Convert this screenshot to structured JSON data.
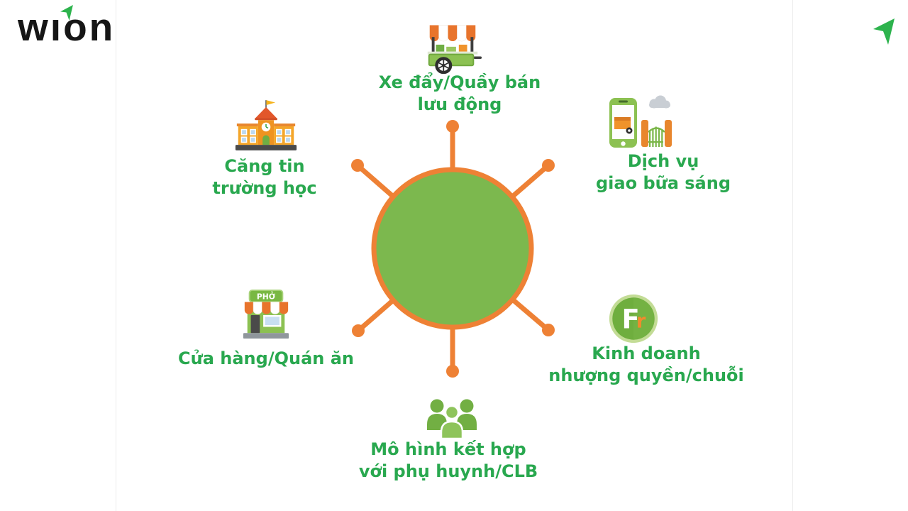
{
  "brand": {
    "logo_text": "wion",
    "logo_segments": {
      "w": "w",
      "i": "ı",
      "on": "on"
    }
  },
  "icons": {
    "logo_flag": "brand-flag-arrow",
    "corner": "arrow-up-right"
  },
  "colors": {
    "accent_orange": "#ee8135",
    "hub_green": "#7cb84e",
    "label_green": "#29a84f",
    "brand_green": "#2db34d"
  },
  "diagram": {
    "nodes": [
      {
        "icon": "food-cart",
        "lines": [
          "Xe đẩy/Quầy bán",
          "lưu động"
        ]
      },
      {
        "icon": "school",
        "lines": [
          "Căng tin",
          "trường học"
        ]
      },
      {
        "icon": "phone-delivery",
        "lines": [
          "Dịch vụ",
          "giao bữa sáng"
        ]
      },
      {
        "icon": "storefront",
        "lines": [
          "Cửa hàng/Quán ăn"
        ]
      },
      {
        "icon": "franchise-badge",
        "lines": [
          "Kinh doanh",
          "nhượng quyền/chuỗi"
        ]
      },
      {
        "icon": "people-group",
        "lines": [
          "Mô hình kết hợp",
          "với phụ huynh/CLB"
        ]
      }
    ],
    "franchise_badge": {
      "f": "F",
      "r": "r"
    },
    "shop_sign": "PHỞ"
  }
}
